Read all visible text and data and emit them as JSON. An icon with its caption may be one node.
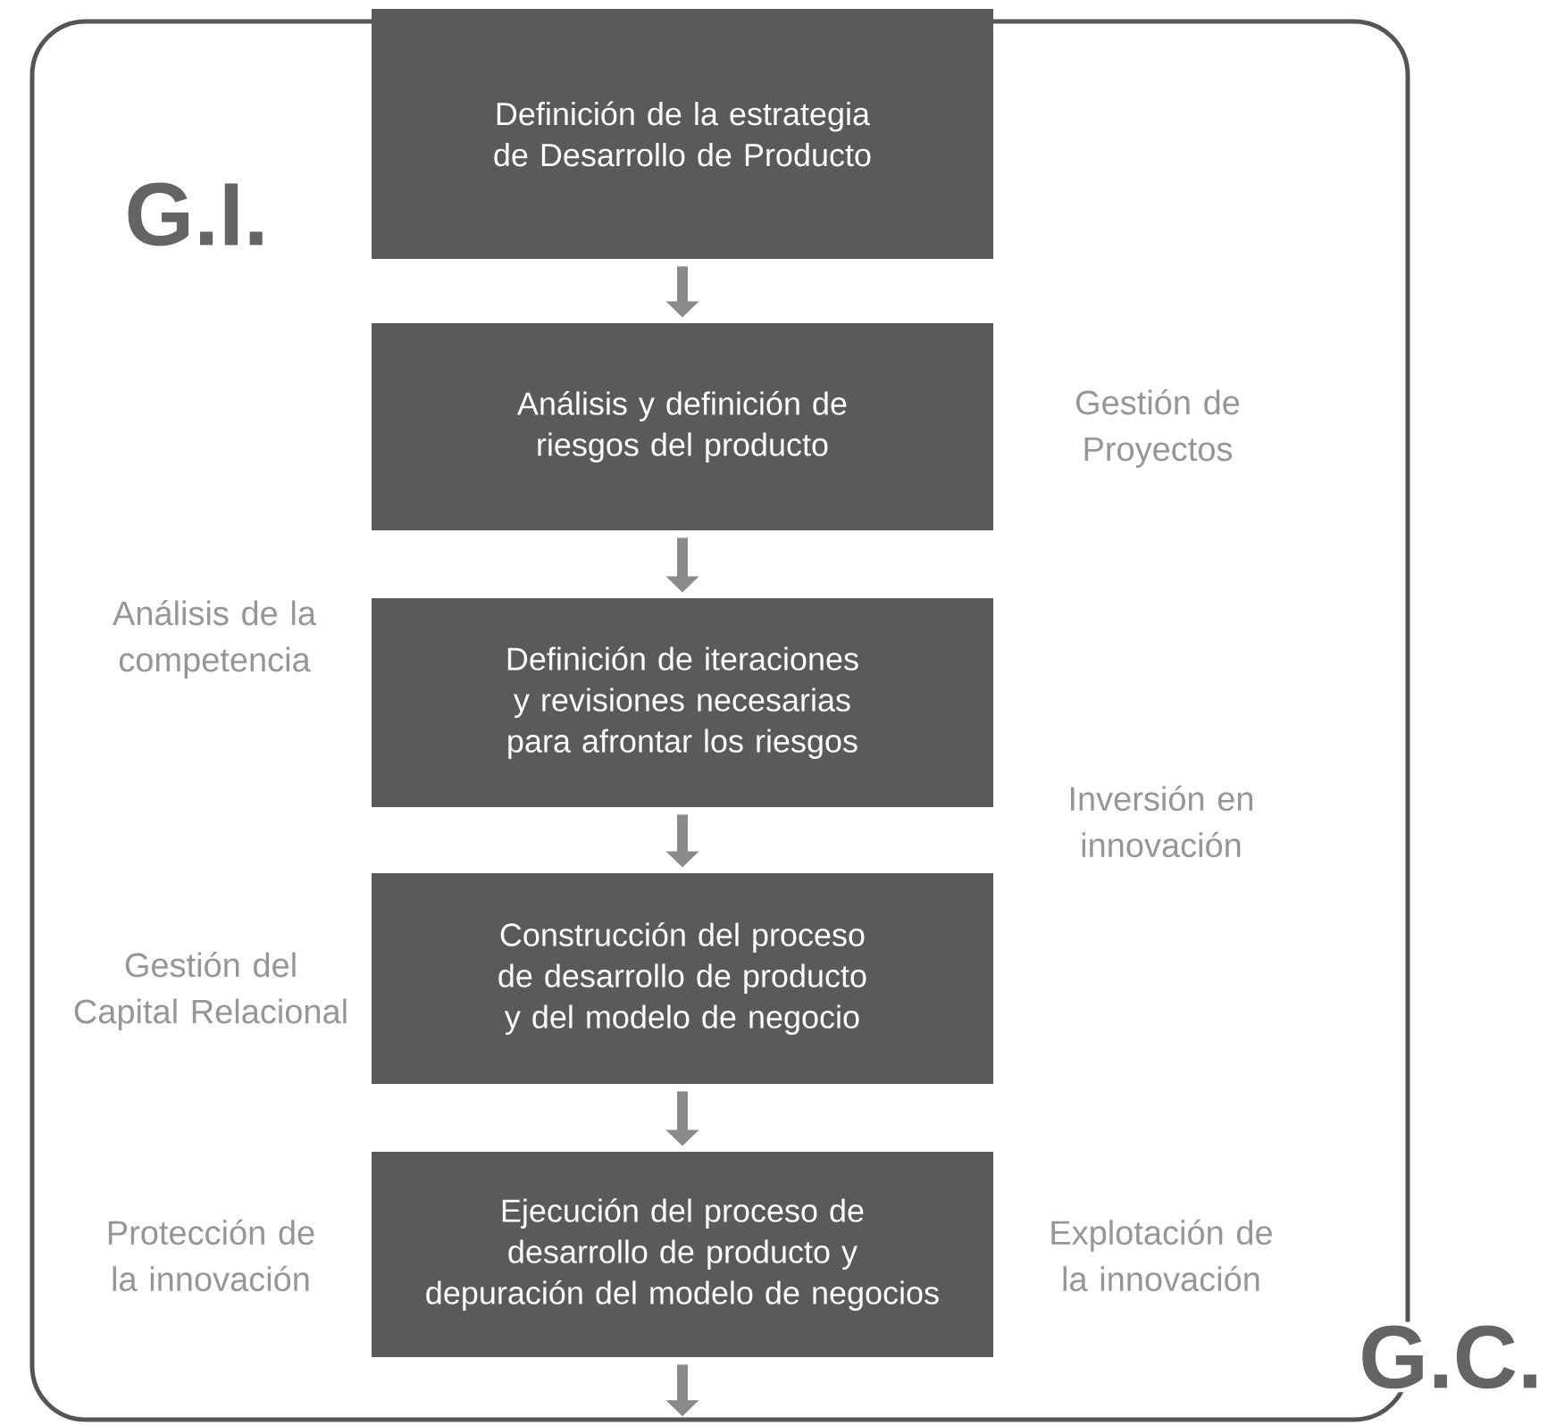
{
  "diagram": {
    "nodes": [
      {
        "text": [],
        "shape": "box"
      },
      {
        "text": [
          "Definición de la estrategia de Desarrollo de Producto"
        ],
        "in": 0
      },
      {
        "text": [
          "Análisis y definición de riesgos del producto"
        ],
        "in": 0
      },
      {
        "text": [
          "Definición de iteraciones y revisiones necesarias para afrontar los riesgos"
        ],
        "in": 0
      },
      {
        "text": [
          "Construcción del proceso de desarrollo de producto y del modelo de negocio"
        ],
        "in": 0
      },
      {
        "text": [
          "Ejecución del proceso de desarrollo de producto y depuración del modelo de negocios"
        ],
        "in": 0
      }
    ],
    "edges": [
      {
        "from": 1,
        "to": 2,
        "arrow": "to"
      },
      {
        "from": 2,
        "to": 3,
        "arrow": "to"
      },
      {
        "from": 3,
        "to": 4,
        "arrow": "to"
      },
      {
        "from": 4,
        "to": 5,
        "arrow": "to"
      },
      {
        "from": 5,
        "to": null,
        "arrow": "to"
      }
    ],
    "labels": [
      "G.I.",
      "Gestión de Proyectos",
      "Análisis de la competencia",
      "Inversión en innovación",
      "Gestión del Capital Relacional",
      "Protección de la innovación",
      "Explotación de la innovación",
      "G.C."
    ]
  }
}
